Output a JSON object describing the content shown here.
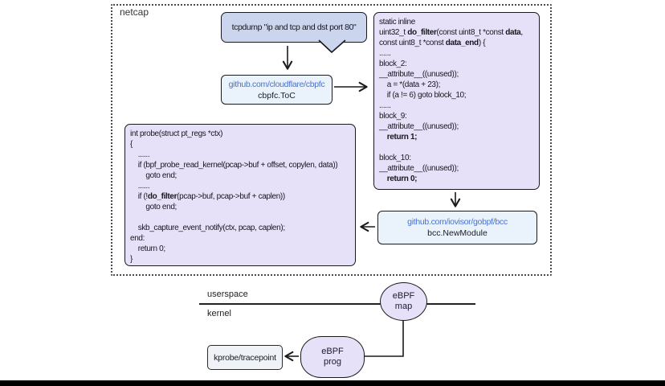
{
  "labels": {
    "netcap": "netcap",
    "userspace": "userspace",
    "kernel": "kernel"
  },
  "bubble": {
    "text": "tcpdump \"ip and tcp and dst port 80\""
  },
  "cbpfc": {
    "link": "github.com/cloudflare/cbpfc",
    "caption": "cbpfc.ToC"
  },
  "gobpf": {
    "link": "github.com/iovisor/gobpf/bcc",
    "caption": "bcc.NewModule"
  },
  "do_filter_code": {
    "lines": [
      "static inline",
      "uint32_t **do_filter**(const uint8_t *const **data**,",
      "const uint8_t *const **data_end**) {",
      "......",
      "block_2:",
      "__attribute__((unused));",
      "    a = *(data + 23);",
      "    if (a != 6) goto block_10;",
      "......",
      "block_9:",
      "__attribute__((unused));",
      "    **return 1;**",
      "",
      "block_10:",
      "__attribute__((unused));",
      "    **return 0;**"
    ]
  },
  "probe_code": {
    "lines": [
      "int probe(struct pt_regs *ctx)",
      "{",
      "    ......",
      "    if (bpf_probe_read_kernel(pcap->buf + offset, copylen, data))",
      "        goto end;",
      "    ......",
      "    if (!**do_filter**(pcap->buf, pcap->buf + caplen))",
      "        goto end;",
      "",
      "    skb_capture_event_notify(ctx, pcap, caplen);",
      "end:",
      "    return 0;",
      "}"
    ]
  },
  "kprobe": {
    "label": "kprobe/tracepoint"
  },
  "ebpf_map": {
    "line1": "eBPF",
    "line2": "map"
  },
  "ebpf_prog": {
    "line1": "eBPF",
    "line2": "prog"
  },
  "colors": {
    "lavender": "#e6e1f8",
    "bubble_blue": "#ccd5ee",
    "link_box": "#eaf2fb",
    "link_text": "#4a72cf",
    "border": "#1a1a1a",
    "kprobe_fill": "#eff2f7"
  }
}
